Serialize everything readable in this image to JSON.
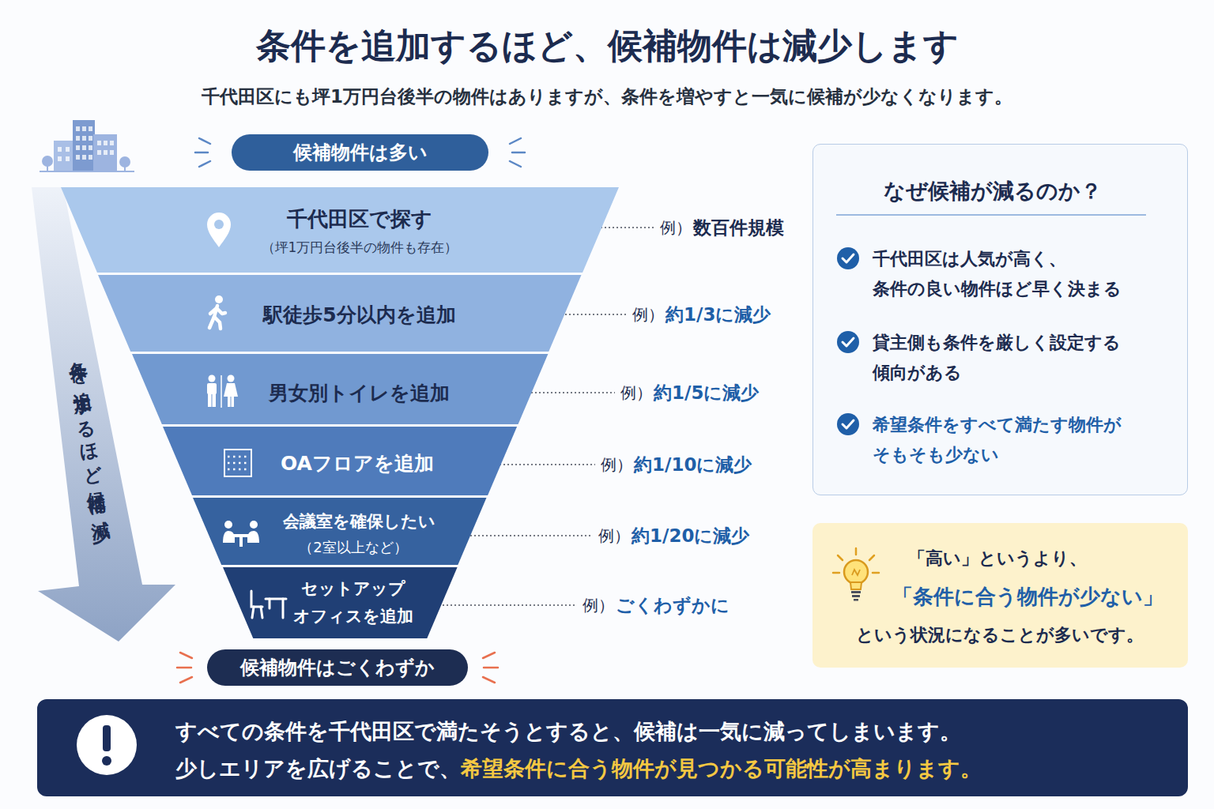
{
  "diagram": {
    "title": "条件を追加するほど、候補物件は減少します",
    "nodes": [
      {
        "text": [
          "候補物件は多い"
        ]
      },
      {
        "text": [
          "千代田区で探す",
          "（坪1万円台後半の物件も存在）"
        ]
      },
      {
        "text": [
          "駅徒歩5分以内を追加"
        ]
      },
      {
        "text": [
          "男女別トイレを追加"
        ]
      },
      {
        "text": [
          "OAフロアを追加"
        ]
      },
      {
        "text": [
          "会議室を確保したい",
          "（2室以上など）"
        ]
      },
      {
        "text": [
          "セットアップ オフィスを追加"
        ]
      },
      {
        "text": [
          "候補物件はごくわずか"
        ]
      },
      {
        "text": [
          "なぜ候補が減るのか？",
          "千代田区は人気が高く、 条件の良い物件ほど早く決まる",
          "貸主側も条件を厳しく設定する 傾向がある",
          "希望条件をすべて満たす物件が そもそも少ない"
        ]
      },
      {
        "text": [
          "「高い」というより、",
          "「条件に合う物件が少ない」",
          "という状況になることが多いです。"
        ]
      },
      {
        "text": [
          "すべての条件を千代田区で満たそうとすると、候補は一気に減ってしまいます。",
          "少しエリアを広げることで、",
          "希望条件に合う物件が見つかる可能性が高まります。"
        ]
      }
    ],
    "labels": [
      "千代田区にも坪1万円台後半の物件はありますが、条件を増やすと一気に候補が少なくなります。",
      "条件を追加するほど候補は減少",
      "例）",
      "数百件規模",
      "例）",
      "約1/3に減少",
      "例）",
      "約1/5に減少",
      "例）",
      "約1/10に減少",
      "例）",
      "約1/20に減少",
      "例）",
      "ごくわずかに"
    ]
  }
}
